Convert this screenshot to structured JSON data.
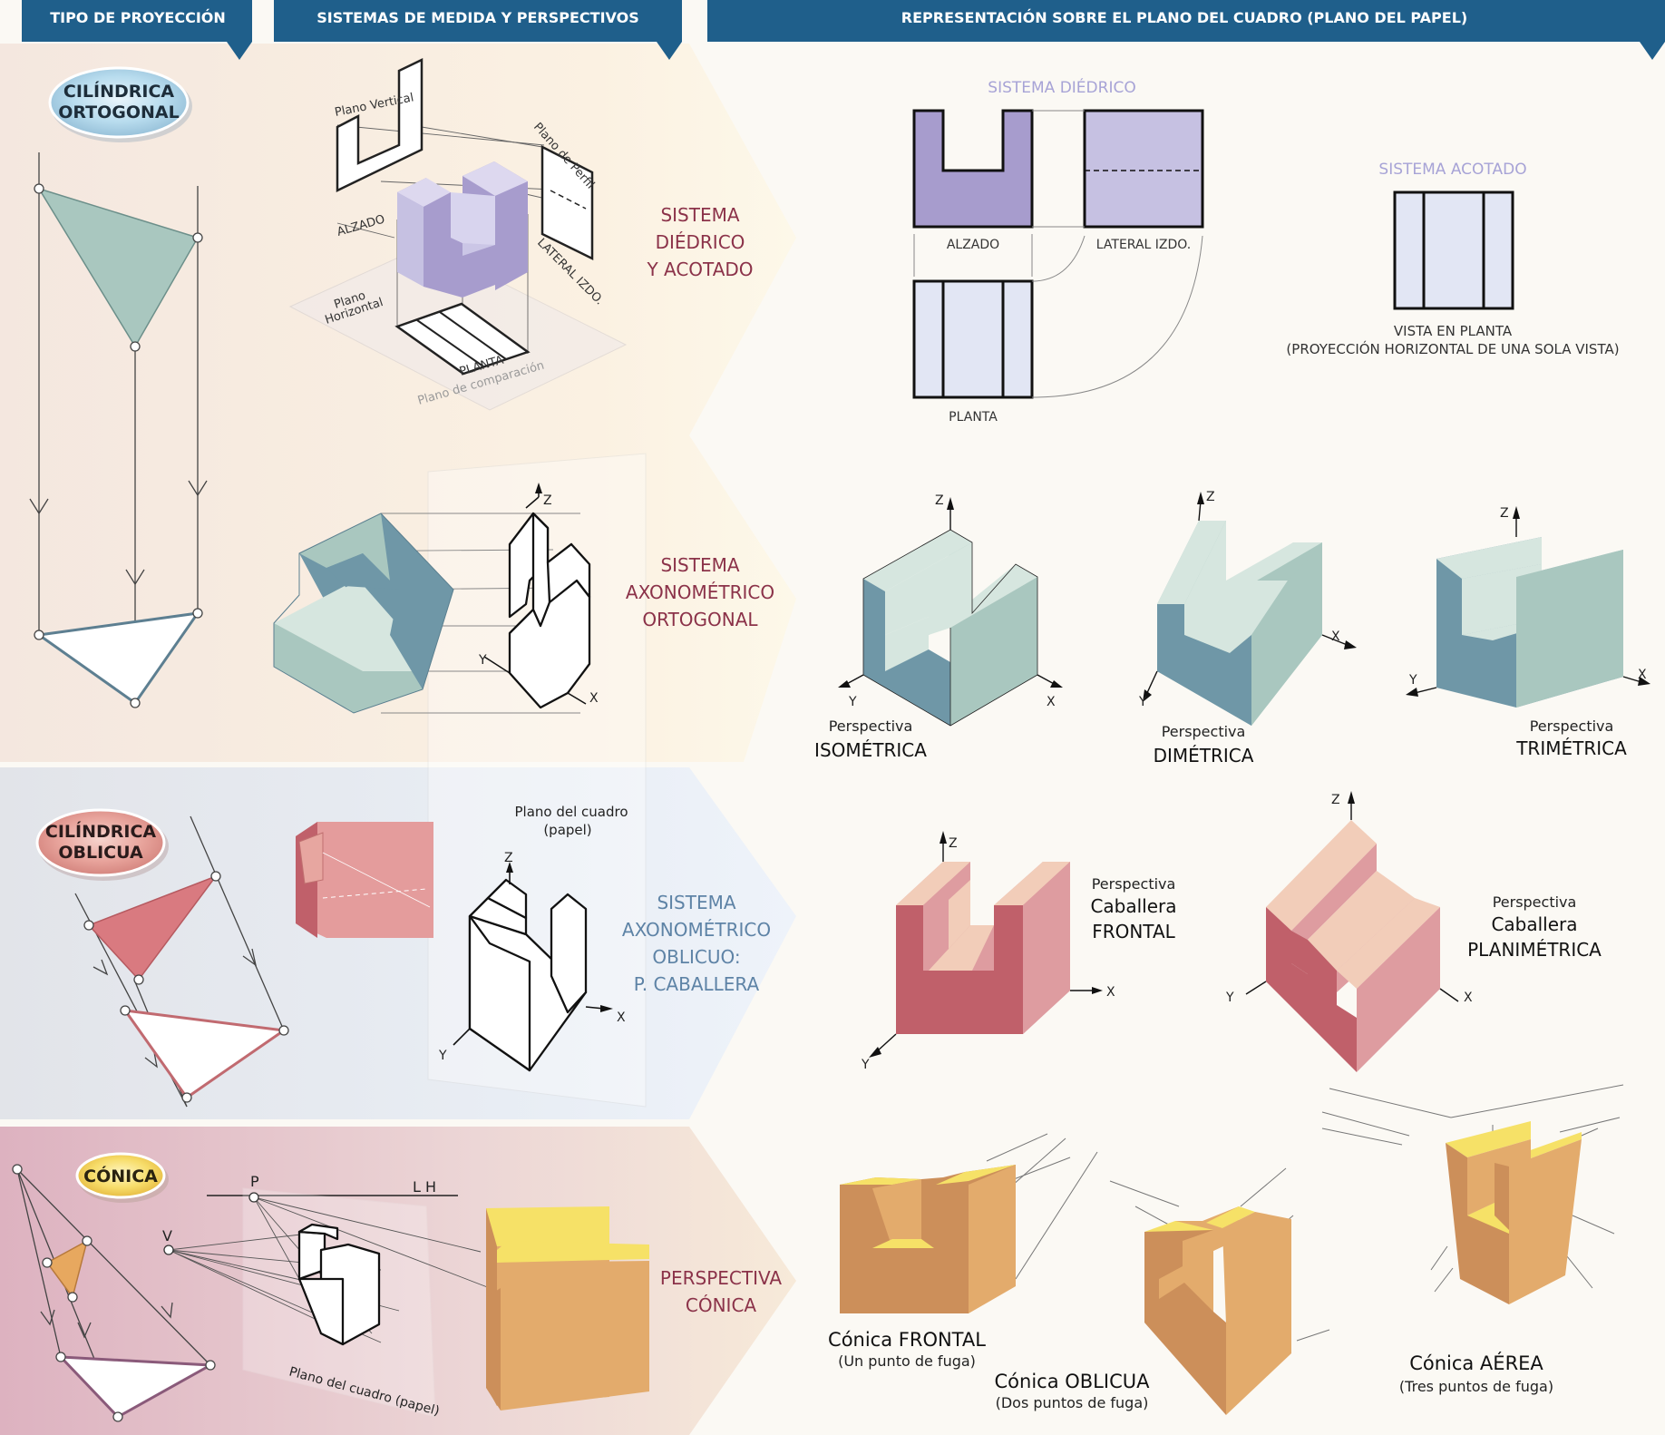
{
  "header": {
    "col1": "TIPO DE PROYECCIÓN",
    "col2": "SISTEMAS DE MEDIDA Y PERSPECTIVOS",
    "col3": "REPRESENTACIÓN SOBRE EL PLANO DEL CUADRO (PLANO DEL PAPEL)"
  },
  "projection_types": {
    "cilindrica_ortogonal": [
      "CILÍNDRICA",
      "ORTOGONAL"
    ],
    "cilindrica_oblicua": [
      "CILÍNDRICA",
      "OBLICUA"
    ],
    "conica": "CÓNICA"
  },
  "systems": {
    "diedrico": [
      "SISTEMA",
      "DIÉDRICO",
      "Y ACOTADO"
    ],
    "axono_ortogonal": [
      "SISTEMA",
      "AXONOMÉTRICO",
      "ORTOGONAL"
    ],
    "axono_oblicuo": [
      "SISTEMA",
      "AXONOMÉTRICO",
      "OBLICUO:",
      "P. CABALLERA"
    ],
    "conica": [
      "PERSPECTIVA",
      "CÓNICA"
    ]
  },
  "diedrico_scheme": {
    "plano_vertical": "Plano Vertical",
    "plano_perfil": "Plano de Perfil",
    "alzado": "ALZADO",
    "lateral": "LATERAL IZDO.",
    "plano_horizontal": [
      "Plano",
      "Horizontal"
    ],
    "planta": "PLANTA",
    "plano_comparacion": "Plano de comparación"
  },
  "axis": {
    "x": "X",
    "y": "Y",
    "z": "Z"
  },
  "oblique_scheme": {
    "plano_cuadro": [
      "Plano del cuadro",
      "(papel)"
    ]
  },
  "conic_scheme": {
    "p": "P",
    "lh": "L H",
    "v": "V",
    "plano_cuadro": "Plano del cuadro (papel)"
  },
  "views": {
    "sistema_diedrico": "SISTEMA DIÉDRICO",
    "alzado": "ALZADO",
    "lateral": "LATERAL IZDO.",
    "planta": "PLANTA",
    "sistema_acotado": "SISTEMA ACOTADO",
    "vista_planta": [
      "VISTA EN PLANTA",
      "(PROYECCIÓN HORIZONTAL DE UNA SOLA VISTA)"
    ]
  },
  "perspectives": {
    "iso": [
      "Perspectiva",
      "ISOMÉTRICA"
    ],
    "dim": [
      "Perspectiva",
      "DIMÉTRICA"
    ],
    "tri": [
      "Perspectiva",
      "TRIMÉTRICA"
    ],
    "cab_frontal": [
      "Perspectiva",
      "Caballera",
      "FRONTAL"
    ],
    "cab_plani": [
      "Perspectiva",
      "Caballera",
      "PLANIMÉTRICA"
    ],
    "con_frontal": [
      "Cónica FRONTAL",
      "(Un punto de fuga)"
    ],
    "con_oblicua": [
      "Cónica OBLICUA",
      "(Dos puntos de fuga)"
    ],
    "con_aerea": [
      "Cónica AÉREA",
      "(Tres puntos de fuga)"
    ]
  },
  "colors": {
    "header_blue": "#1f5f8b",
    "teal": "#a9c7bf",
    "teal_dark": "#6f97a7",
    "teal_light": "#d6e6df",
    "pink_dark": "#c0606a",
    "pink_mid": "#de9ca0",
    "pink_light": "#f2cdb9",
    "orange_mid": "#e3ab6c",
    "orange_dark": "#cc8f5a",
    "yellow": "#f6e167",
    "lavender": "#c6c1e2",
    "lavender_dark": "#a79ccd",
    "title_red": "#8b3249",
    "title_blue": "#5e83a6",
    "view_blue": "#a7a3d6"
  }
}
